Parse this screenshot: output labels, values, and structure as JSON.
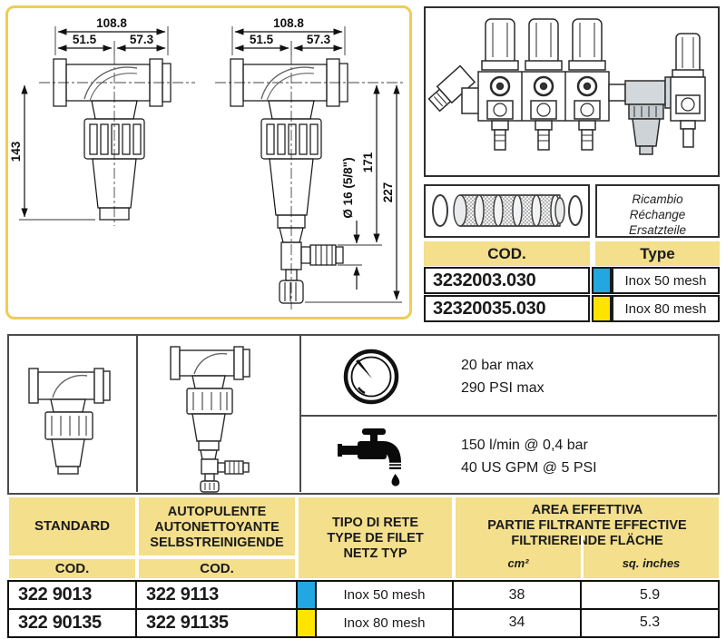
{
  "colors": {
    "panel_border_gold": "#efcd55",
    "header_yellow": "#f3df8c",
    "swatch_blue": "#22a7e0",
    "swatch_yellow": "#ffe400"
  },
  "drawings": {
    "left": {
      "width_total": "108.8",
      "width_left": "51.5",
      "width_right": "57.3",
      "height": "143"
    },
    "right": {
      "width_total": "108.8",
      "width_left": "51.5",
      "width_right": "57.3",
      "height_mid": "171",
      "height_total": "227",
      "outlet": "Ø 16 (5/8\")"
    }
  },
  "ricambio": {
    "label_it": "Ricambio",
    "label_fr": "Réchange",
    "label_de": "Ersatzteile",
    "col_cod": "COD.",
    "col_type": "Type",
    "rows": [
      {
        "cod": "3232003.030",
        "type": "Inox 50 mesh",
        "color": "#22a7e0"
      },
      {
        "cod": "32320035.030",
        "type": "Inox 80 mesh",
        "color": "#ffe400"
      }
    ]
  },
  "specs": {
    "pressure_line1": "20 bar max",
    "pressure_line2": "290 PSI max",
    "flow_line1": "150 l/min @ 0,4 bar",
    "flow_line2": "40 US GPM @ 5 PSI"
  },
  "table": {
    "standard": "STANDARD",
    "standard_sub": "COD.",
    "auto_line1": "AUTOPULENTE",
    "auto_line2": "AUTONETTOYANTE",
    "auto_line3": "SELBSTREINIGENDE",
    "auto_sub": "COD.",
    "mesh_line1": "TIPO DI RETE",
    "mesh_line2": "TYPE DE FILET",
    "mesh_line3": "NETZ TYP",
    "area_line1": "AREA EFFETTIVA",
    "area_line2": "PARTIE FILTRANTE EFFECTIVE",
    "area_line3": "FILTRIERENDE FLÄCHE",
    "area_cm": "cm²",
    "area_in": "sq. inches",
    "rows": [
      {
        "standard_cod": "322 9013",
        "auto_cod": "322 9113",
        "color": "#22a7e0",
        "type": "Inox 50 mesh",
        "cm2": "38",
        "sqin": "5.9"
      },
      {
        "standard_cod": "322 90135",
        "auto_cod": "322 91135",
        "color": "#ffe400",
        "type": "Inox 80 mesh",
        "cm2": "34",
        "sqin": "5.3"
      }
    ]
  }
}
